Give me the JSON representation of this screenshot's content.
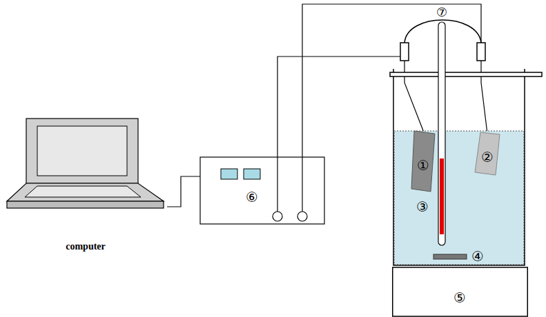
{
  "diagram": {
    "nodes": [
      {
        "text": [
          "computer"
        ]
      },
      {
        "text": [
          "⑥"
        ]
      },
      {
        "text": [
          "①"
        ]
      },
      {
        "text": [
          "②"
        ]
      },
      {
        "text": [
          "⑤"
        ]
      }
    ],
    "edges": [
      {
        "from": 0,
        "to": 1,
        "arrow": "none"
      },
      {
        "from": 1,
        "to": 2,
        "arrow": "none"
      },
      {
        "from": 1,
        "to": 3,
        "arrow": "none"
      }
    ],
    "labels": [
      "⑦",
      "③",
      "④"
    ]
  }
}
